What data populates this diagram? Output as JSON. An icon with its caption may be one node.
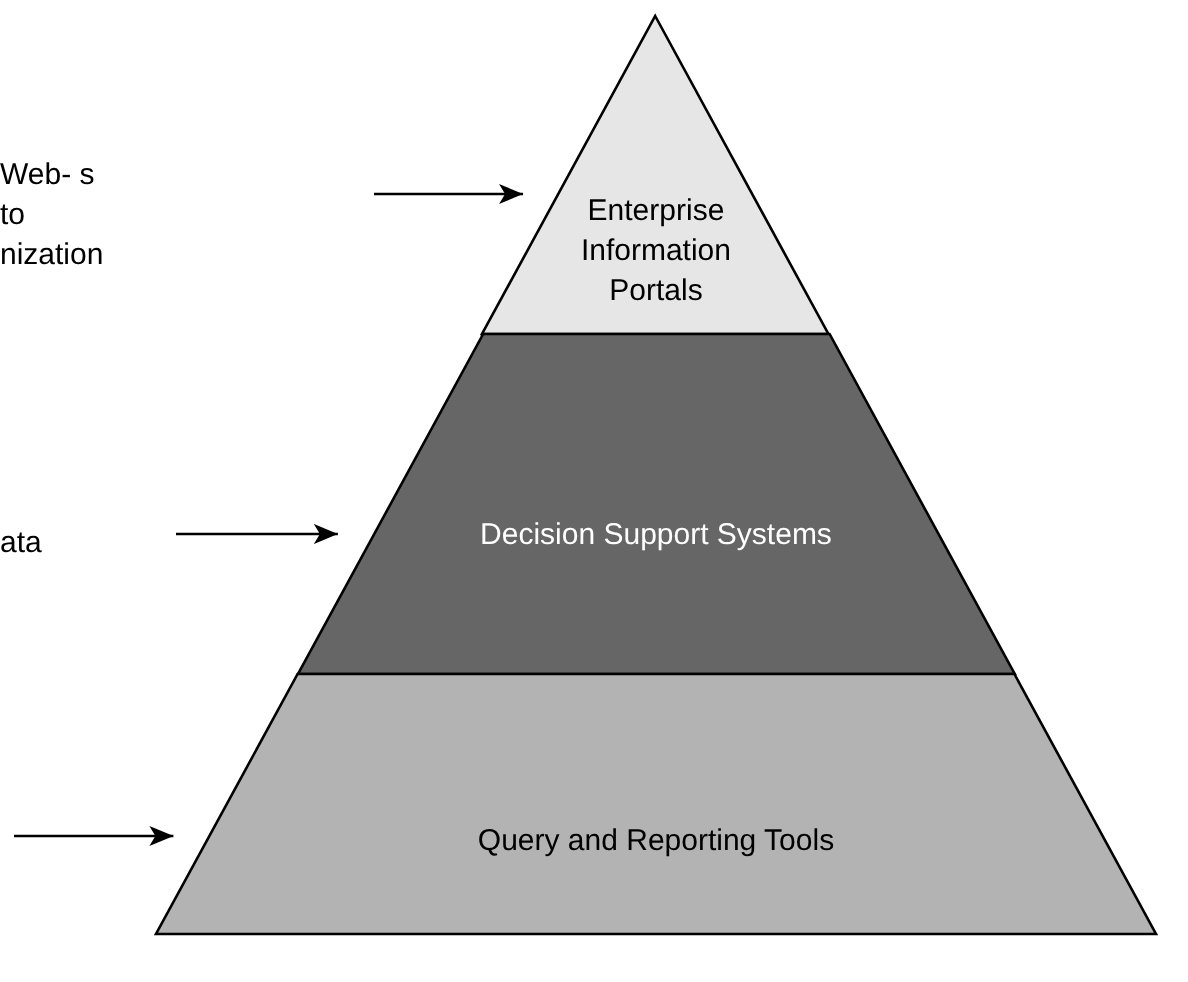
{
  "diagram": {
    "nodes": [
      {
        "text": [
          "Enterprise Information Portals"
        ]
      },
      {
        "text": [
          "Decision Support Systems"
        ]
      },
      {
        "text": [
          "Query and Reporting Tools"
        ]
      }
    ],
    "edges": [
      {
        "from": null,
        "to": 0,
        "arrow": "to"
      },
      {
        "from": null,
        "to": 1,
        "arrow": "to"
      },
      {
        "from": null,
        "to": 2,
        "arrow": "to"
      }
    ],
    "labels": [
      "Web- s to nization",
      "ata"
    ]
  }
}
